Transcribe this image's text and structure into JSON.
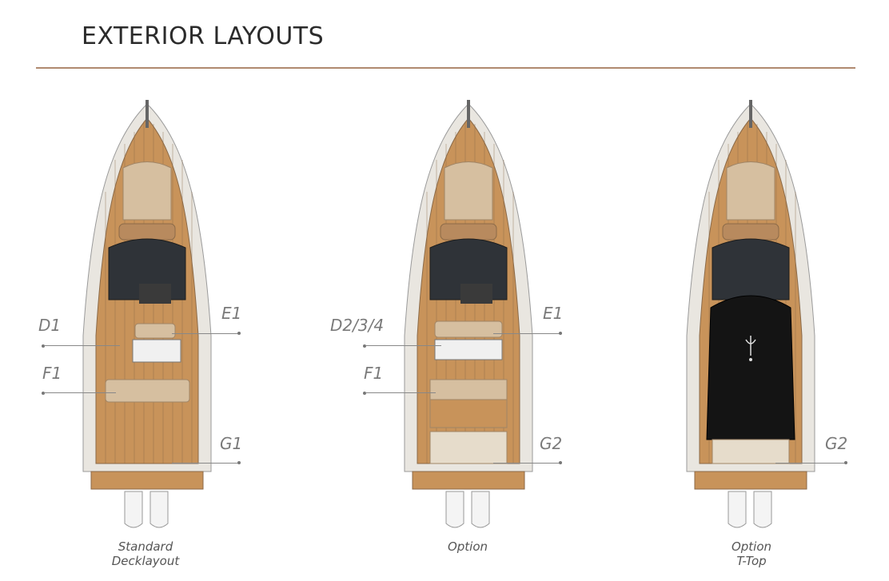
{
  "header": {
    "title": "EXTERIOR LAYOUTS"
  },
  "layouts": [
    {
      "caption_line1": "Standard",
      "caption_line2": "Decklayout",
      "labels": {
        "left_top": "D1",
        "left_mid": "F1",
        "right_top": "E1",
        "right_bottom": "G1"
      },
      "has_ttop": false
    },
    {
      "caption_line1": "Option",
      "caption_line2": "",
      "labels": {
        "left_top": "D2/3/4",
        "left_mid": "F1",
        "right_top": "E1",
        "right_bottom": "G2"
      },
      "has_ttop": false
    },
    {
      "caption_line1": "Option",
      "caption_line2": "T-Top",
      "labels": {
        "right_bottom": "G2"
      },
      "has_ttop": true
    }
  ],
  "colors": {
    "accent_line": "#b08a70",
    "teak": "#c8935a",
    "hull": "#e9e6e0",
    "cushion": "#d6bfa0",
    "windshield": "#2f3338",
    "ttop": "#141414"
  }
}
